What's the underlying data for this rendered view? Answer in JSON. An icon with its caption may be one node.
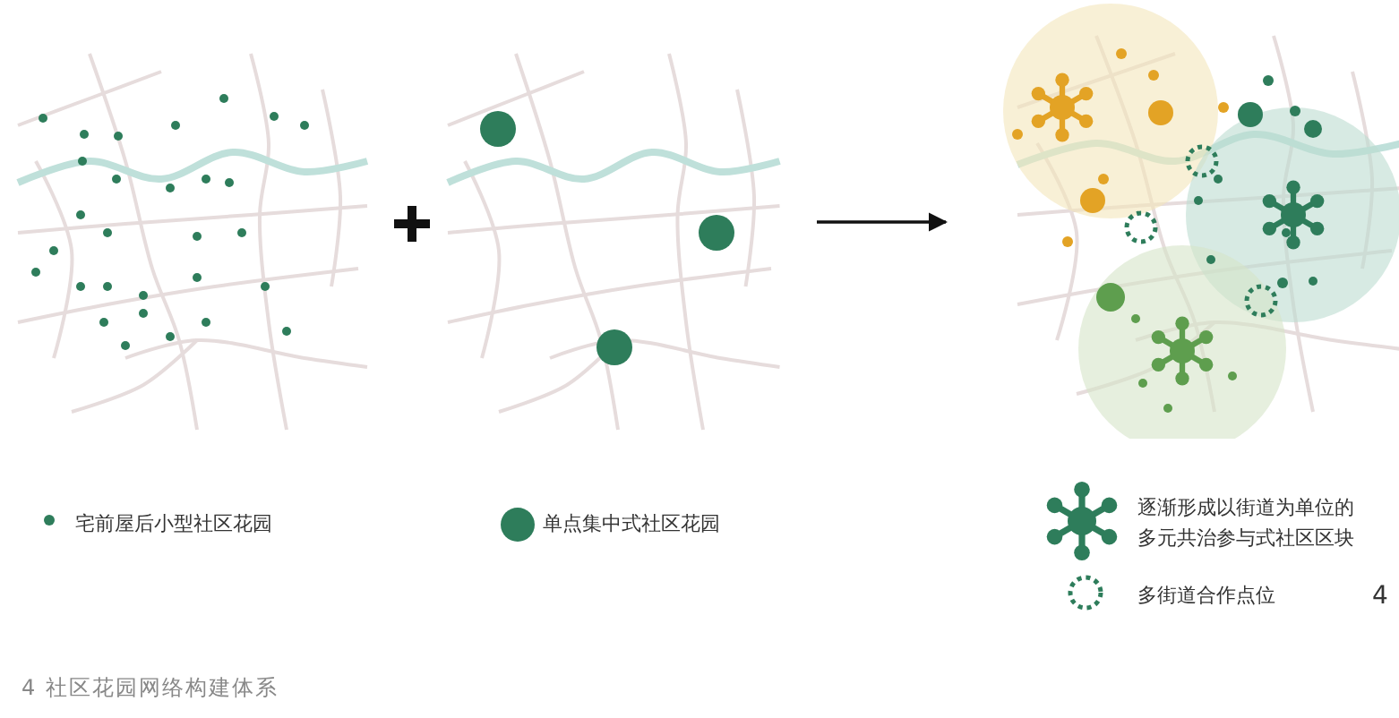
{
  "diagram": {
    "caption": "4 社区花园网络构建体系",
    "nodes": [
      {
        "text": [],
        "shape": "picture"
      },
      {
        "text": [],
        "shape": "picture"
      },
      {
        "text": [],
        "shape": "picture"
      }
    ],
    "edges": [
      {
        "from": 1,
        "to": 2,
        "arrow": "to"
      }
    ],
    "labels": [
      "4"
    ],
    "legend": [
      {
        "text": "宅前屋后小型社区花园"
      },
      {
        "text": "单点集中式社区花园"
      },
      {
        "text": "逐渐形成以街道为单位的多元共治参与式社区区块"
      },
      {
        "text": "多街道合作点位"
      }
    ]
  }
}
